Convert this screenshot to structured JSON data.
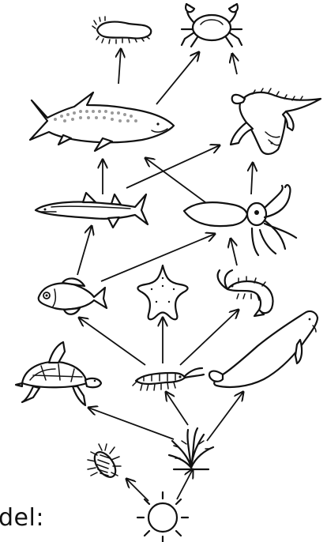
{
  "caption": "del:",
  "colors": {
    "ink": "#111111",
    "shark_spots": "#9a9a9a",
    "background": "#ffffff"
  },
  "organisms": [
    {
      "id": "sea-cucumber",
      "icon": "sea-cucumber-icon"
    },
    {
      "id": "crab",
      "icon": "crab-icon"
    },
    {
      "id": "shark",
      "icon": "shark-icon"
    },
    {
      "id": "crocodile",
      "icon": "crocodile-icon"
    },
    {
      "id": "barracuda",
      "icon": "barracuda-icon"
    },
    {
      "id": "squid",
      "icon": "squid-icon"
    },
    {
      "id": "small-fish",
      "icon": "small-fish-icon"
    },
    {
      "id": "starfish",
      "icon": "starfish-icon"
    },
    {
      "id": "shrimp",
      "icon": "shrimp-icon"
    },
    {
      "id": "turtle",
      "icon": "turtle-icon"
    },
    {
      "id": "krill",
      "icon": "krill-icon"
    },
    {
      "id": "manatee",
      "icon": "manatee-icon"
    },
    {
      "id": "isopod",
      "icon": "isopod-icon"
    },
    {
      "id": "seaweed",
      "icon": "seaweed-icon"
    },
    {
      "id": "sun",
      "icon": "sun-icon"
    }
  ],
  "links": [
    [
      "sun",
      "isopod"
    ],
    [
      "sun",
      "seaweed"
    ],
    [
      "seaweed",
      "turtle"
    ],
    [
      "seaweed",
      "krill"
    ],
    [
      "seaweed",
      "manatee"
    ],
    [
      "krill",
      "small-fish"
    ],
    [
      "krill",
      "starfish"
    ],
    [
      "krill",
      "shrimp"
    ],
    [
      "small-fish",
      "barracuda"
    ],
    [
      "small-fish",
      "squid"
    ],
    [
      "shrimp",
      "squid"
    ],
    [
      "barracuda",
      "shark"
    ],
    [
      "barracuda",
      "crocodile"
    ],
    [
      "squid",
      "shark"
    ],
    [
      "squid",
      "crocodile"
    ],
    [
      "shark",
      "sea-cucumber"
    ],
    [
      "shark",
      "crab"
    ],
    [
      "crocodile",
      "crab"
    ]
  ]
}
